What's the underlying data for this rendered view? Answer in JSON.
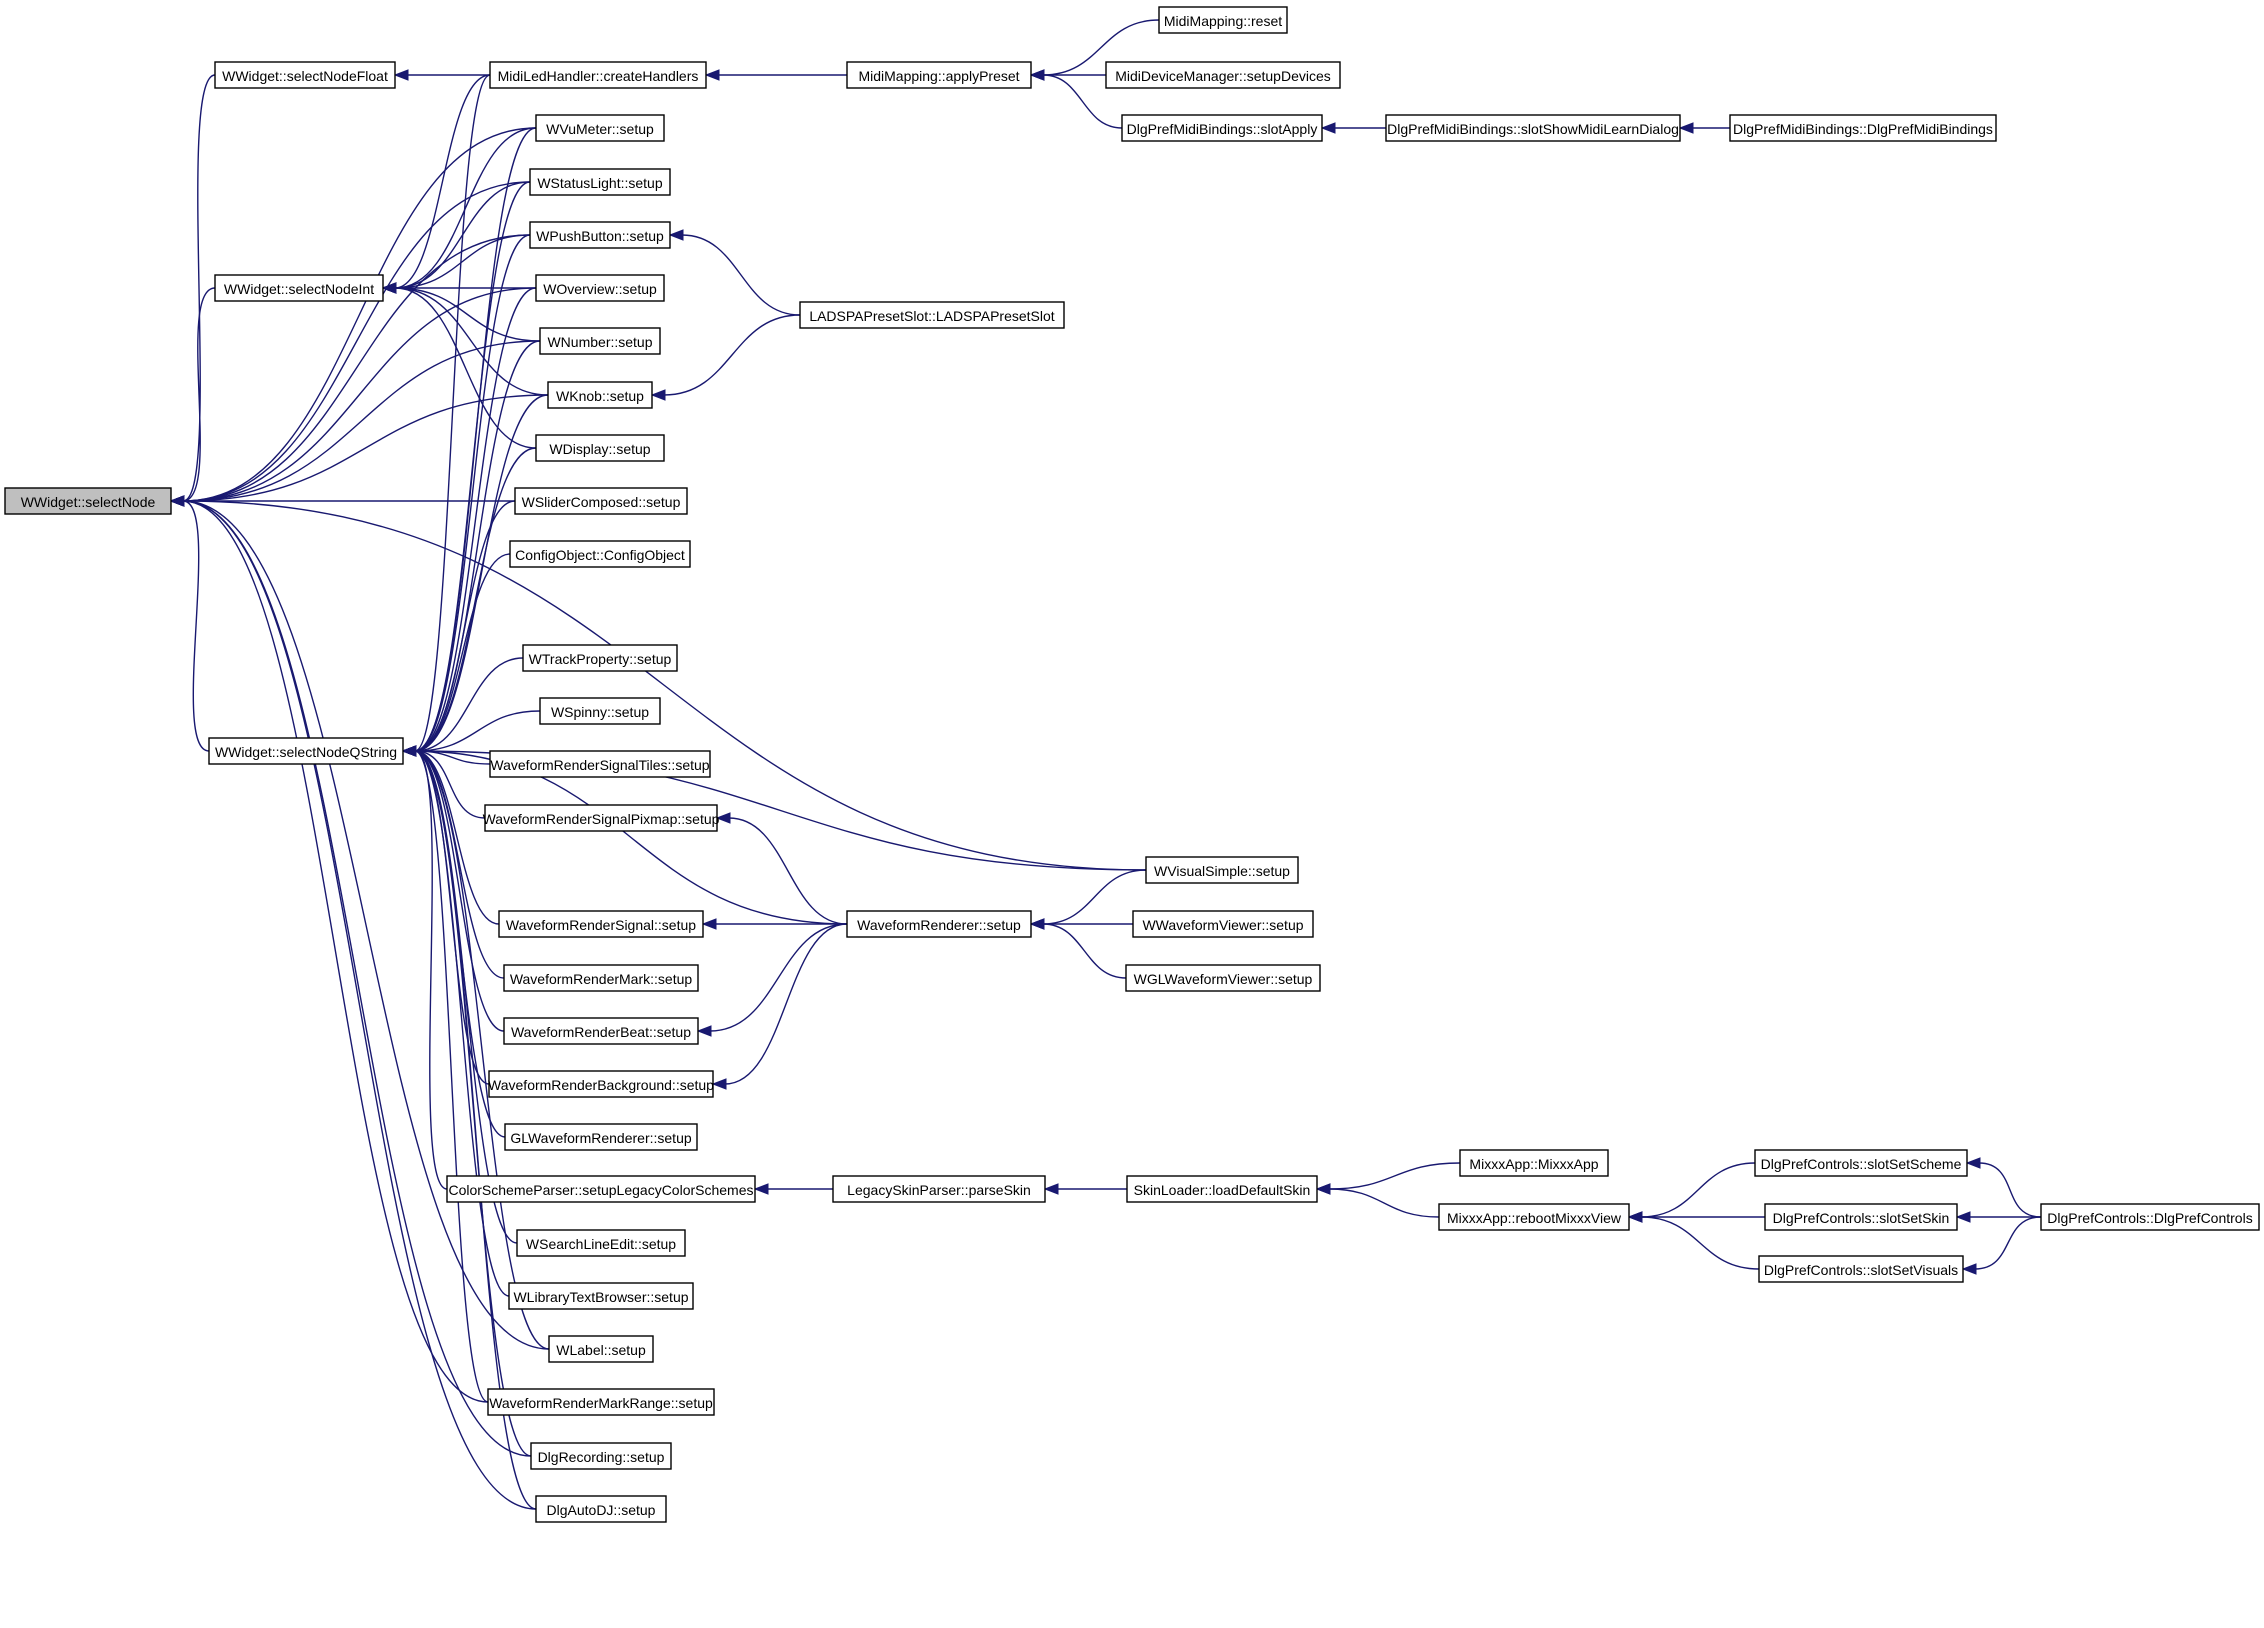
{
  "diagram": {
    "type": "caller-graph",
    "colors": {
      "edge": "#191970",
      "root_fill": "#bfbfbf",
      "node_fill": "#ffffff",
      "node_border": "#000000"
    },
    "nodes": [
      {
        "id": "n0",
        "label": "WWidget::selectNode",
        "root": true
      },
      {
        "id": "n1",
        "label": "WWidget::selectNodeFloat"
      },
      {
        "id": "n2",
        "label": "WWidget::selectNodeInt"
      },
      {
        "id": "n3",
        "label": "WWidget::selectNodeQString"
      },
      {
        "id": "n4",
        "label": "MidiLedHandler::createHandlers"
      },
      {
        "id": "n5",
        "label": "MidiMapping::applyPreset"
      },
      {
        "id": "n6",
        "label": "MidiMapping::reset"
      },
      {
        "id": "n7",
        "label": "MidiDeviceManager::setupDevices"
      },
      {
        "id": "n8",
        "label": "DlgPrefMidiBindings::slotApply"
      },
      {
        "id": "n9",
        "label": "DlgPrefMidiBindings::slotShowMidiLearnDialog"
      },
      {
        "id": "n10",
        "label": "DlgPrefMidiBindings::DlgPrefMidiBindings"
      },
      {
        "id": "n11",
        "label": "WVuMeter::setup"
      },
      {
        "id": "n12",
        "label": "WStatusLight::setup"
      },
      {
        "id": "n13",
        "label": "WPushButton::setup"
      },
      {
        "id": "n14",
        "label": "WOverview::setup"
      },
      {
        "id": "n15",
        "label": "WNumber::setup"
      },
      {
        "id": "n16",
        "label": "WKnob::setup"
      },
      {
        "id": "n17",
        "label": "WDisplay::setup"
      },
      {
        "id": "n18",
        "label": "WSliderComposed::setup"
      },
      {
        "id": "n19",
        "label": "LADSPAPresetSlot::LADSPAPresetSlot"
      },
      {
        "id": "n20",
        "label": "ConfigObject::ConfigObject"
      },
      {
        "id": "n21",
        "label": "WTrackProperty::setup"
      },
      {
        "id": "n22",
        "label": "WSpinny::setup"
      },
      {
        "id": "n23",
        "label": "WaveformRenderSignalTiles::setup"
      },
      {
        "id": "n24",
        "label": "WaveformRenderSignalPixmap::setup"
      },
      {
        "id": "n25",
        "label": "WaveformRenderSignal::setup"
      },
      {
        "id": "n26",
        "label": "WaveformRenderMark::setup"
      },
      {
        "id": "n27",
        "label": "WaveformRenderBeat::setup"
      },
      {
        "id": "n28",
        "label": "WaveformRenderBackground::setup"
      },
      {
        "id": "n29",
        "label": "GLWaveformRenderer::setup"
      },
      {
        "id": "n30",
        "label": "ColorSchemeParser::setupLegacyColorSchemes"
      },
      {
        "id": "n31",
        "label": "WSearchLineEdit::setup"
      },
      {
        "id": "n32",
        "label": "WLibraryTextBrowser::setup"
      },
      {
        "id": "n33",
        "label": "WLabel::setup"
      },
      {
        "id": "n34",
        "label": "WaveformRenderMarkRange::setup"
      },
      {
        "id": "n35",
        "label": "DlgRecording::setup"
      },
      {
        "id": "n36",
        "label": "DlgAutoDJ::setup"
      },
      {
        "id": "n37",
        "label": "WaveformRenderer::setup"
      },
      {
        "id": "n38",
        "label": "WVisualSimple::setup"
      },
      {
        "id": "n39",
        "label": "WWaveformViewer::setup"
      },
      {
        "id": "n40",
        "label": "WGLWaveformViewer::setup"
      },
      {
        "id": "n41",
        "label": "LegacySkinParser::parseSkin"
      },
      {
        "id": "n42",
        "label": "SkinLoader::loadDefaultSkin"
      },
      {
        "id": "n43",
        "label": "MixxxApp::MixxxApp"
      },
      {
        "id": "n44",
        "label": "MixxxApp::rebootMixxxView"
      },
      {
        "id": "n45",
        "label": "DlgPrefControls::slotSetScheme"
      },
      {
        "id": "n46",
        "label": "DlgPrefControls::slotSetSkin"
      },
      {
        "id": "n47",
        "label": "DlgPrefControls::slotSetVisuals"
      },
      {
        "id": "n48",
        "label": "DlgPrefControls::DlgPrefControls"
      }
    ],
    "edges": [
      [
        "n1",
        "n0"
      ],
      [
        "n2",
        "n0"
      ],
      [
        "n3",
        "n0"
      ],
      [
        "n11",
        "n0"
      ],
      [
        "n12",
        "n0"
      ],
      [
        "n13",
        "n0"
      ],
      [
        "n14",
        "n0"
      ],
      [
        "n15",
        "n0"
      ],
      [
        "n16",
        "n0"
      ],
      [
        "n18",
        "n0"
      ],
      [
        "n33",
        "n0"
      ],
      [
        "n34",
        "n0"
      ],
      [
        "n35",
        "n0"
      ],
      [
        "n36",
        "n0"
      ],
      [
        "n38",
        "n0"
      ],
      [
        "n4",
        "n1"
      ],
      [
        "n4",
        "n2"
      ],
      [
        "n11",
        "n2"
      ],
      [
        "n12",
        "n2"
      ],
      [
        "n13",
        "n2"
      ],
      [
        "n14",
        "n2"
      ],
      [
        "n15",
        "n2"
      ],
      [
        "n16",
        "n2"
      ],
      [
        "n17",
        "n2"
      ],
      [
        "n4",
        "n3"
      ],
      [
        "n11",
        "n3"
      ],
      [
        "n12",
        "n3"
      ],
      [
        "n13",
        "n3"
      ],
      [
        "n14",
        "n3"
      ],
      [
        "n15",
        "n3"
      ],
      [
        "n16",
        "n3"
      ],
      [
        "n17",
        "n3"
      ],
      [
        "n18",
        "n3"
      ],
      [
        "n20",
        "n3"
      ],
      [
        "n21",
        "n3"
      ],
      [
        "n22",
        "n3"
      ],
      [
        "n23",
        "n3"
      ],
      [
        "n24",
        "n3"
      ],
      [
        "n25",
        "n3"
      ],
      [
        "n26",
        "n3"
      ],
      [
        "n27",
        "n3"
      ],
      [
        "n28",
        "n3"
      ],
      [
        "n29",
        "n3"
      ],
      [
        "n30",
        "n3"
      ],
      [
        "n31",
        "n3"
      ],
      [
        "n32",
        "n3"
      ],
      [
        "n33",
        "n3"
      ],
      [
        "n34",
        "n3"
      ],
      [
        "n35",
        "n3"
      ],
      [
        "n36",
        "n3"
      ],
      [
        "n37",
        "n3"
      ],
      [
        "n38",
        "n3"
      ],
      [
        "n5",
        "n4"
      ],
      [
        "n6",
        "n5"
      ],
      [
        "n7",
        "n5"
      ],
      [
        "n8",
        "n5"
      ],
      [
        "n9",
        "n8"
      ],
      [
        "n10",
        "n9"
      ],
      [
        "n19",
        "n13"
      ],
      [
        "n19",
        "n16"
      ],
      [
        "n37",
        "n24"
      ],
      [
        "n37",
        "n25"
      ],
      [
        "n37",
        "n27"
      ],
      [
        "n37",
        "n28"
      ],
      [
        "n38",
        "n37"
      ],
      [
        "n39",
        "n37"
      ],
      [
        "n40",
        "n37"
      ],
      [
        "n41",
        "n30"
      ],
      [
        "n42",
        "n41"
      ],
      [
        "n43",
        "n42"
      ],
      [
        "n44",
        "n42"
      ],
      [
        "n45",
        "n44"
      ],
      [
        "n46",
        "n44"
      ],
      [
        "n47",
        "n44"
      ],
      [
        "n48",
        "n45"
      ],
      [
        "n48",
        "n46"
      ],
      [
        "n48",
        "n47"
      ]
    ]
  }
}
